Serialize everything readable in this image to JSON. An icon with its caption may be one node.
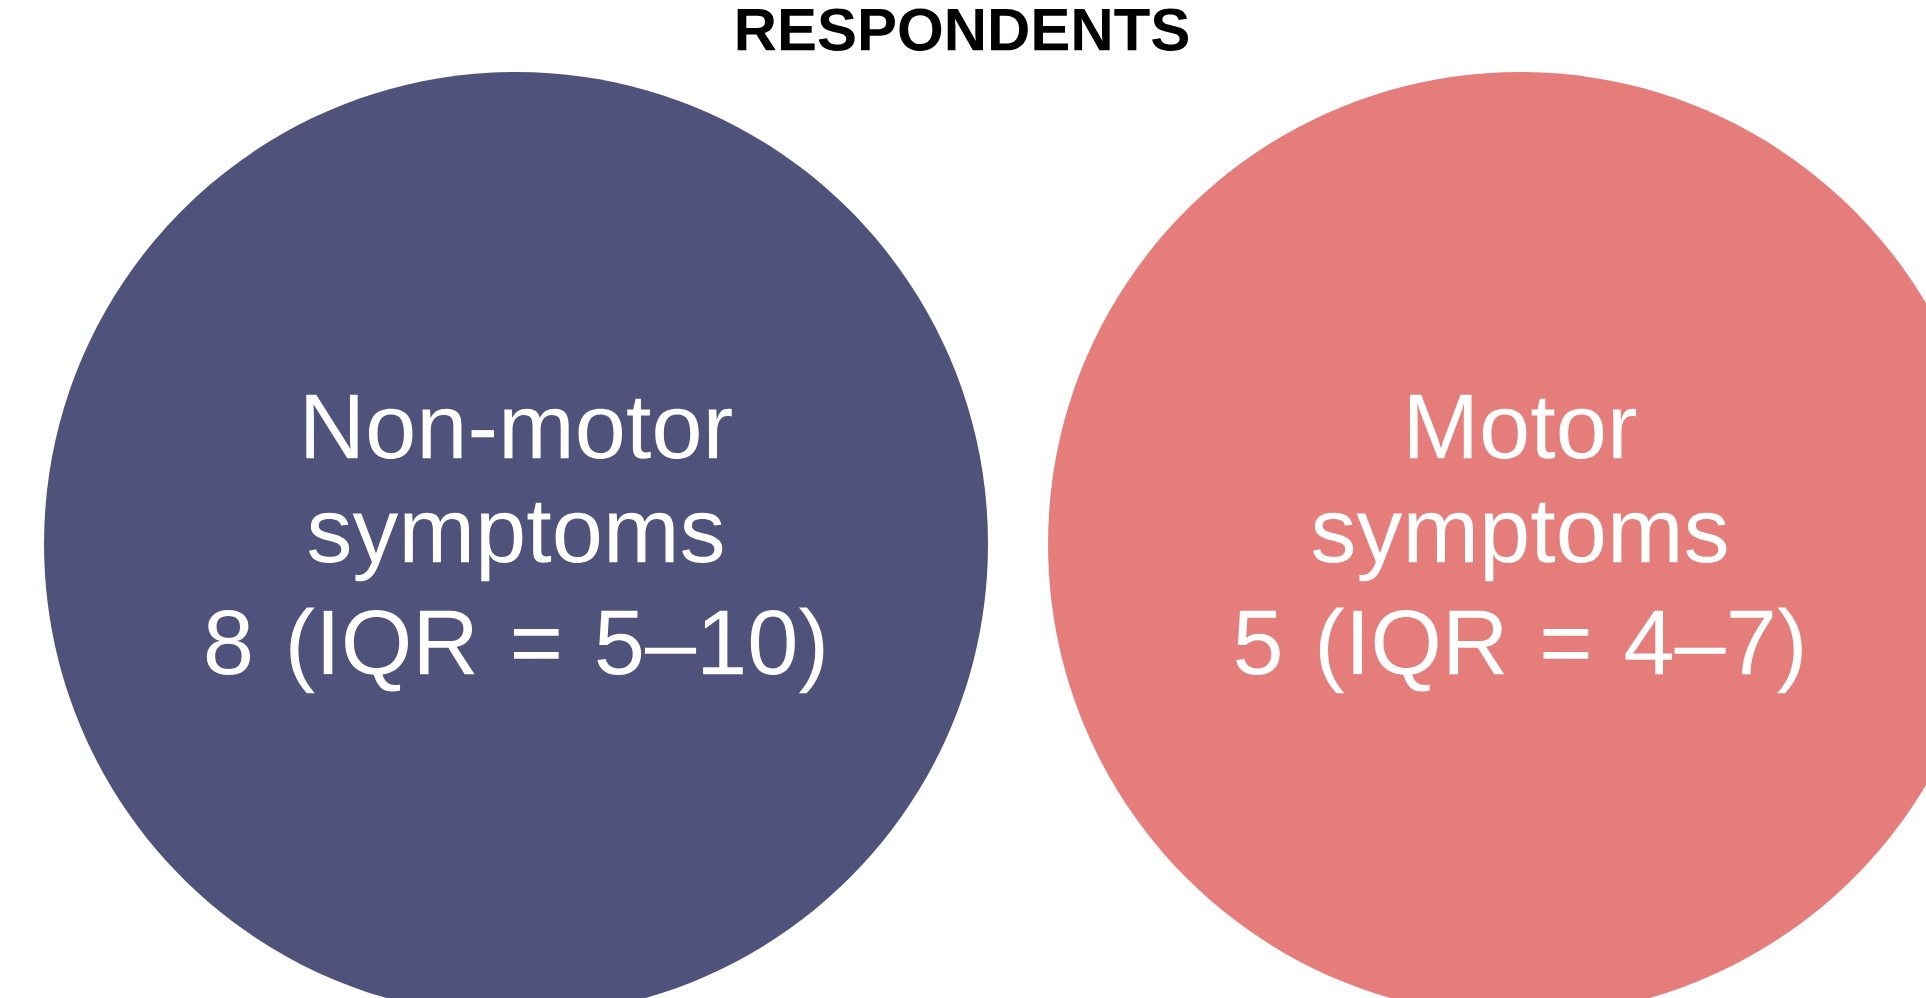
{
  "diagram": {
    "title": "RESPONDENTS",
    "nodes": [
      {
        "text": [
          "Non-motor symptoms",
          "8 (IQR = 5–10)"
        ]
      },
      {
        "text": [
          "Motor symptoms",
          "5 (IQR = 4–7)"
        ]
      }
    ]
  }
}
